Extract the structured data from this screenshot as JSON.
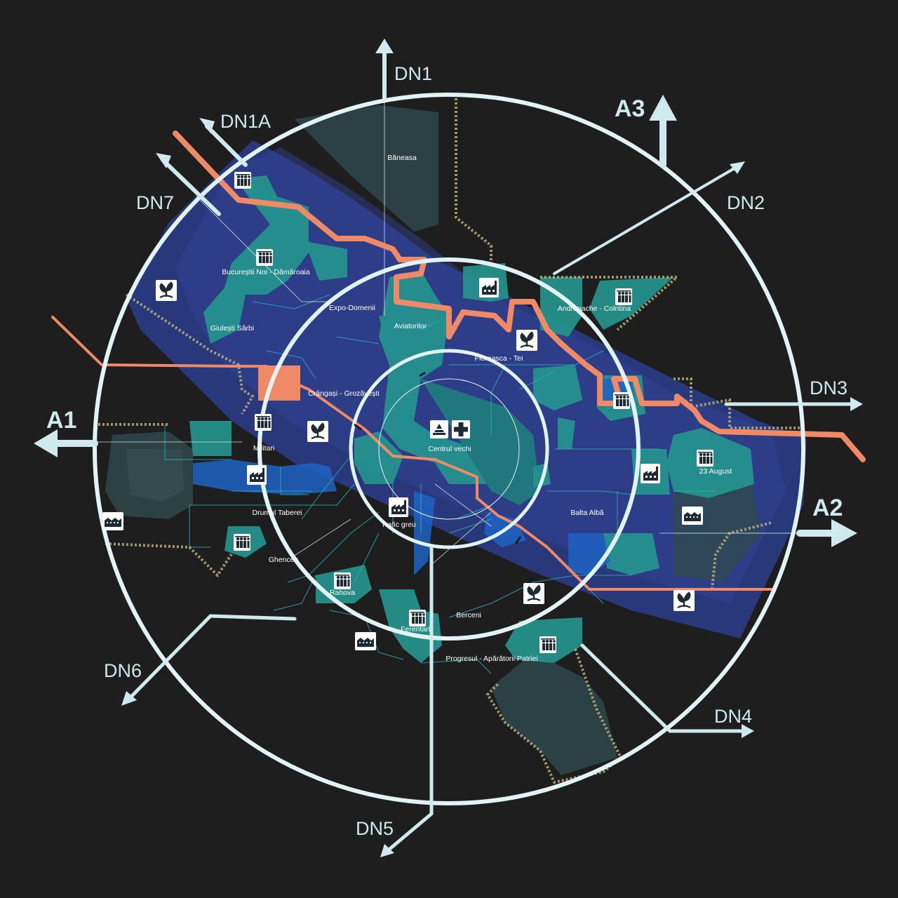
{
  "map": {
    "routes": {
      "dn1": "DN1",
      "dn1a": "DN1A",
      "a3": "A3",
      "dn7": "DN7",
      "dn2": "DN2",
      "dn3": "DN3",
      "a1": "A1",
      "a2": "A2",
      "dn6": "DN6",
      "dn4": "DN4",
      "dn5": "DN5"
    },
    "districts": {
      "baneasa": "Băneasa",
      "bucurestii_noi": "Bucureștii Noi - Dămăroaia",
      "giulesti": "Giulești Sârbi",
      "expo": "Expo-Domenii",
      "aviatorilor": "Aviatorilor",
      "andronache": "Andronache - Colntina",
      "floreasca": "Floreasca - Tei",
      "crangasi": "Crângași - Grozăvești",
      "militari": "Militari",
      "centrul_vechi": "Centrul vechi",
      "aug23": "23 August",
      "drumul_taberei": "Drumul Taberei",
      "trafic_greu": "Trafic greu",
      "balta_alba": "Balta Albă",
      "ghencea": "Ghencea",
      "rahova": "Rahova",
      "berceni": "Berceni",
      "ferentari": "Ferentari",
      "progresul": "Progresul - Apărătorii Patriei"
    },
    "colors": {
      "background": "#1e1e1e",
      "ring": "#e1f3f4",
      "river": "#f08a66",
      "corridor": "#2c3c8c",
      "zone_teal": "#2aa5a0",
      "zone_blue": "#1f63c4",
      "zone_dark": "#2f4a4c"
    },
    "icons": {
      "people": "people-icon",
      "factory": "factory-icon",
      "park": "park-icon",
      "residential": "residential-icon",
      "medical": "medical-cross-icon",
      "monument": "monument-icon"
    }
  }
}
